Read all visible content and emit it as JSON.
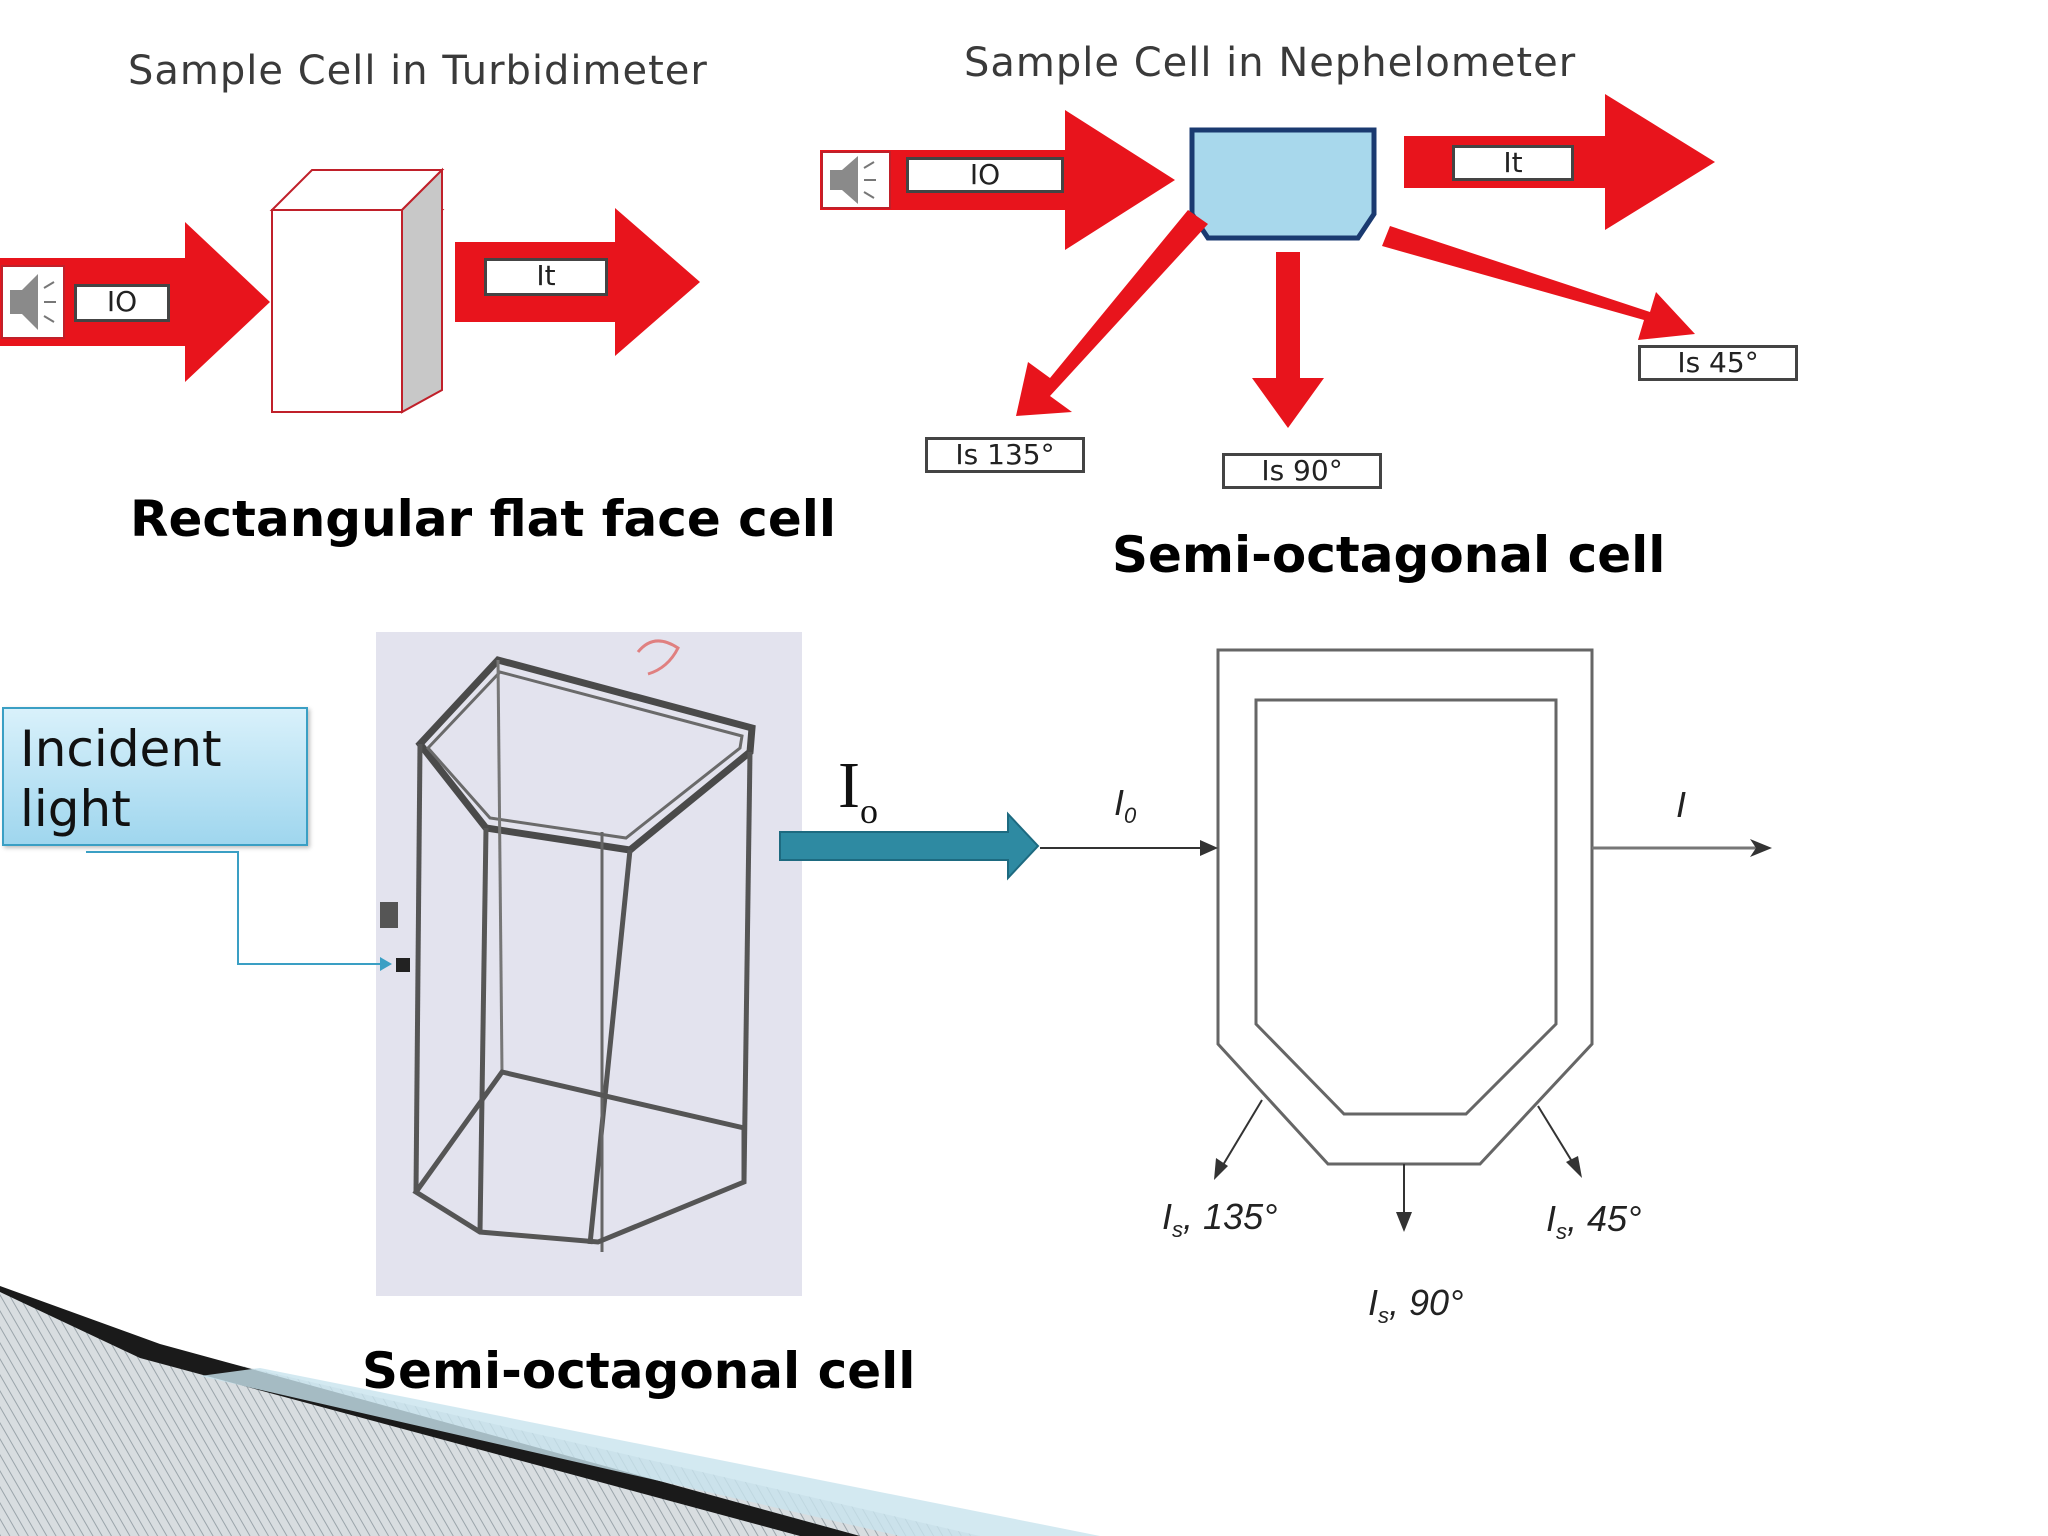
{
  "turbidimeter": {
    "title": "Sample Cell in Turbidimeter",
    "incident_label": "IO",
    "transmitted_label": "It",
    "caption": "Rectangular flat face cell"
  },
  "nephelometer": {
    "title": "Sample Cell in Nephelometer",
    "incident_label": "IO",
    "transmitted_label": "It",
    "scatter_labels": {
      "s135": "Is 135°",
      "s90": "Is 90°",
      "s45": "Is 45°"
    },
    "caption": "Semi-octagonal cell"
  },
  "photo_section": {
    "callout_text": "Incident light",
    "io_label_main": "I",
    "io_label_sub": "o",
    "caption": "Semi-octagonal cell"
  },
  "schematic": {
    "incident_main": "I",
    "incident_sub": "0",
    "transmitted": "I",
    "s135_main": "I",
    "s135_sub": "s",
    "s135_angle": ", 135°",
    "s90_main": "I",
    "s90_sub": "s",
    "s90_angle": ", 90°",
    "s45_main": "I",
    "s45_sub": "s",
    "s45_angle": ", 45°"
  },
  "colors": {
    "arrow_red": "#e8141c",
    "cell_blue": "#a8d8ec",
    "teal_arrow": "#2e8aa2",
    "callout_border": "#3a9fc4"
  }
}
